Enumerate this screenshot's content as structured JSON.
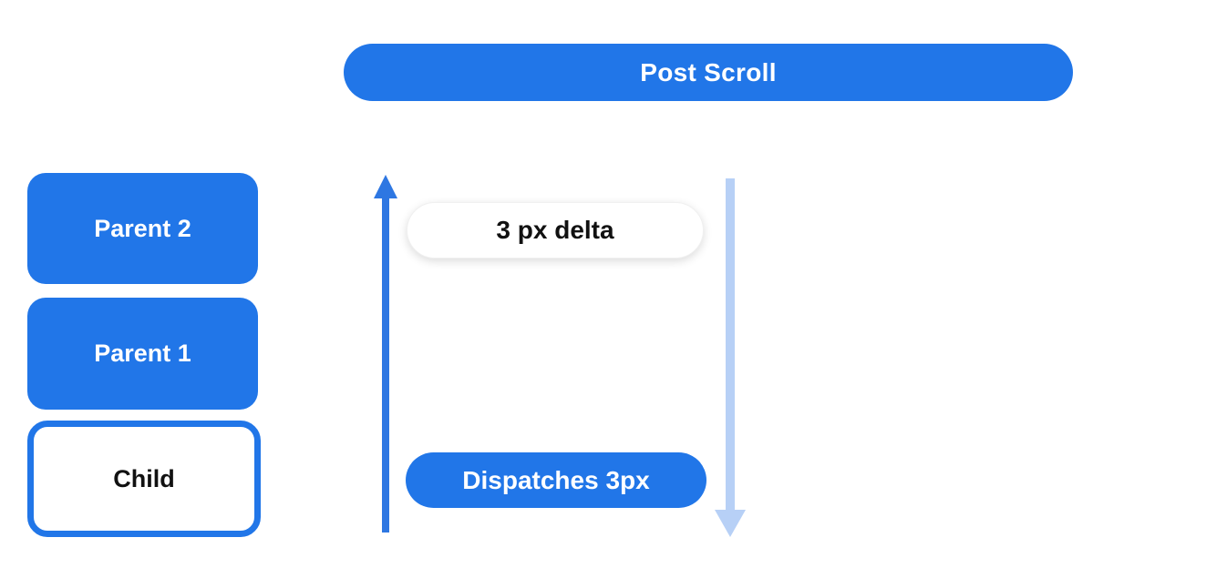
{
  "diagram": {
    "title_bar": {
      "label": "Post Scroll"
    },
    "nodes": {
      "parent2": {
        "label": "Parent 2"
      },
      "parent1": {
        "label": "Parent 1"
      },
      "child": {
        "label": "Child"
      }
    },
    "annotations": {
      "delta_pill": {
        "label": "3 px delta"
      },
      "dispatch_pill": {
        "label": "Dispatches 3px"
      }
    },
    "arrows": {
      "up": {
        "name": "up-arrow",
        "direction": "up",
        "color": "#2e77e2"
      },
      "down": {
        "name": "down-arrow",
        "direction": "down",
        "color": "#b7d0f6"
      }
    },
    "colors": {
      "primary_blue": "#2176e8",
      "arrow_blue": "#2e77e2",
      "light_arrow_blue": "#b7d0f6",
      "text_dark": "#111111",
      "text_light": "#ffffff",
      "background": "#ffffff"
    }
  }
}
